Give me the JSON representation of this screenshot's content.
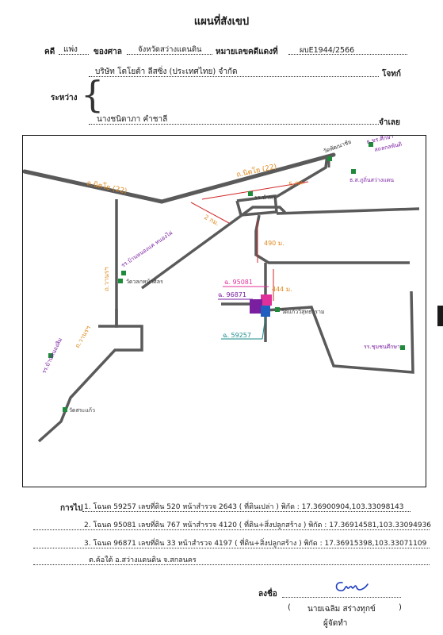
{
  "title": "แผนที่สังเขป",
  "header": {
    "case_label": "คดี",
    "case_type": "แพ่ง",
    "court_label": "ของศาล",
    "court_name": "จังหวัดสว่างแดนดิน",
    "red_case_label": "หมายเลขคดีแดงที่",
    "red_case_no": "ผบE1944/2566",
    "between_label": "ระหว่าง",
    "plaintiff": "บริษัท โตโยต้า ลีสซิ่ง (ประเทศไทย) จำกัด",
    "plaintiff_role": "โจทก์",
    "defendant": "นางชนิดาภา คำชาลี",
    "defendant_role": "จำเลย"
  },
  "map": {
    "road_labels": [
      "ถ.นิตโย (22)",
      "ถ.นิตโย (22)",
      "ถ.วานรฯ",
      "ถ.วานรฯ"
    ],
    "distances": [
      "2 กม.",
      "5 กม.",
      "490 ม.",
      "444 ม."
    ],
    "places": [
      "วัดพัฒนาชัย",
      "ธ.ขร.ศึกษา",
      "สถลกลพันดิ",
      "ธ.ส.ภูถิ่นสว่างแดน",
      "รร.นำพร",
      "รร.บ้านหนองแค หนองไผ่",
      "วัดวลกหน้าศิลร",
      "วัดแก้ววิสุทธาราม",
      "รร.ชุมชนศึกษา",
      "รร.บ้านหนองสิม",
      "วัดสระแก้ว"
    ],
    "parcels": [
      "ฉ. 95081",
      "ฉ. 96871",
      "ฉ. 59257"
    ],
    "colors": {
      "road": "#555555",
      "orange": "#e08a1e",
      "red": "#d02828",
      "purple": "#7a1fa0",
      "magenta": "#e0309a",
      "blue": "#1f5fbf",
      "teal": "#1a8a8a",
      "green": "#1e8a3a"
    }
  },
  "directions": {
    "label": "การไป",
    "items": [
      "1. โฉนด 59257 เลขที่ดิน 520 หน้าสำรวจ 2643 ( ที่ดินเปล่า )  พิกัด : 17.36900904,103.33098143",
      "2. โฉนด 95081 เลขที่ดิน 767 หน้าสำรวจ 4120 ( ที่ดิน+สิ่งปลูกสร้าง )  พิกัด : 17.36914581,103.33094936",
      "3. โฉนด 96871 เลขที่ดิน 33 หน้าสำรวจ 4197 ( ที่ดิน+สิ่งปลูกสร้าง )  พิกัด : 17.36915398,103.33071109",
      "ต.ค้อใต้  อ.สว่างแดนดิน  จ.สกลนคร"
    ]
  },
  "signature": {
    "sign_label": "ลงชื่อ",
    "open_paren": "(",
    "name": "นายเฉลิม  สร่างทุกข์",
    "close_paren": ")",
    "role": "ผู้จัดทำ"
  }
}
